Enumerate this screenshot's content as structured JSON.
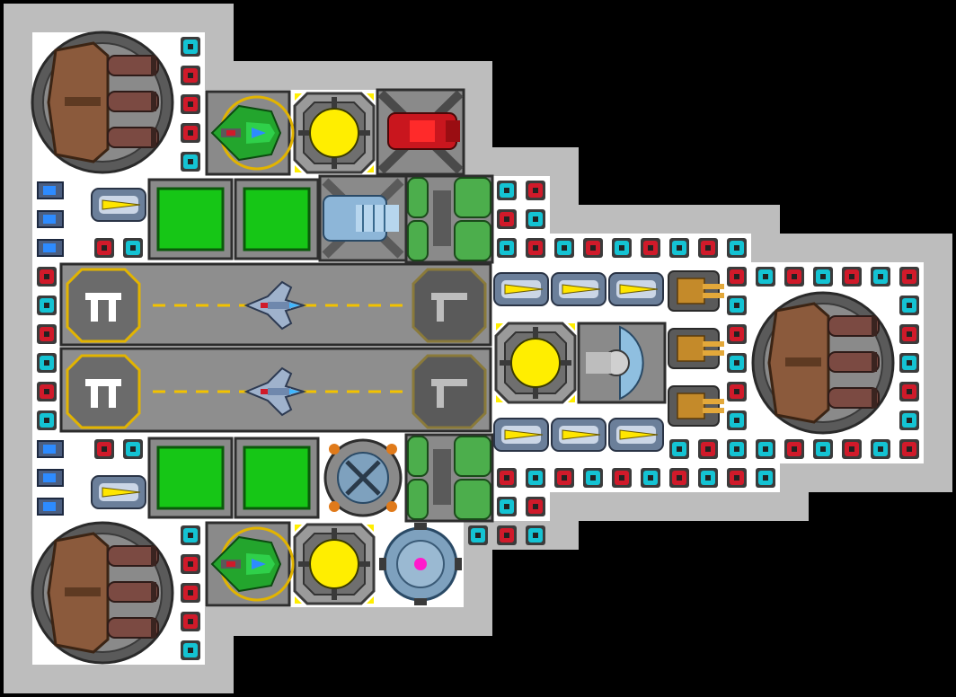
{
  "view": {
    "title": "",
    "palette": {
      "background": "#000000",
      "hull": "#bdbdbd",
      "deck": "#ffffff",
      "armor_red": "#d01a2a",
      "armor_cyan": "#14c3d3",
      "hangar_green": "#16c616",
      "power_yellow": "#ffee00",
      "runway_stripe": "#f2c200",
      "turret_brown": "#8b5a3c"
    }
  },
  "modules": {
    "turrets": [
      {
        "id": "top-left-turret",
        "icon": "triple-cannon-turret-icon"
      },
      {
        "id": "bottom-left-turret",
        "icon": "triple-cannon-turret-icon"
      },
      {
        "id": "right-turret",
        "icon": "triple-cannon-turret-icon"
      }
    ],
    "hangars": [
      {
        "id": "hangar-1",
        "icon": "hangar-bay-icon"
      },
      {
        "id": "hangar-2",
        "icon": "hangar-bay-icon"
      },
      {
        "id": "hangar-3",
        "icon": "hangar-bay-icon"
      },
      {
        "id": "hangar-4",
        "icon": "hangar-bay-icon"
      }
    ],
    "reactors": [
      {
        "id": "reactor-top",
        "icon": "power-core-icon"
      },
      {
        "id": "reactor-center",
        "icon": "power-core-icon"
      },
      {
        "id": "reactor-bottom",
        "icon": "power-core-icon"
      }
    ],
    "launch_pads": [
      {
        "id": "runway-upper",
        "icon": "launch-runway-icon"
      },
      {
        "id": "runway-lower",
        "icon": "launch-runway-icon"
      }
    ],
    "misc": [
      {
        "id": "green-fighter-top",
        "icon": "fighter-drone-icon"
      },
      {
        "id": "green-fighter-bottom",
        "icon": "fighter-drone-icon"
      },
      {
        "id": "red-cannon",
        "icon": "red-cannon-icon"
      },
      {
        "id": "blue-cannon",
        "icon": "blue-cannon-icon"
      },
      {
        "id": "shield-generator",
        "icon": "shield-generator-icon"
      },
      {
        "id": "sensor-array",
        "icon": "sensor-array-icon"
      },
      {
        "id": "cockpit-dome",
        "icon": "cockpit-dome-icon"
      }
    ]
  }
}
